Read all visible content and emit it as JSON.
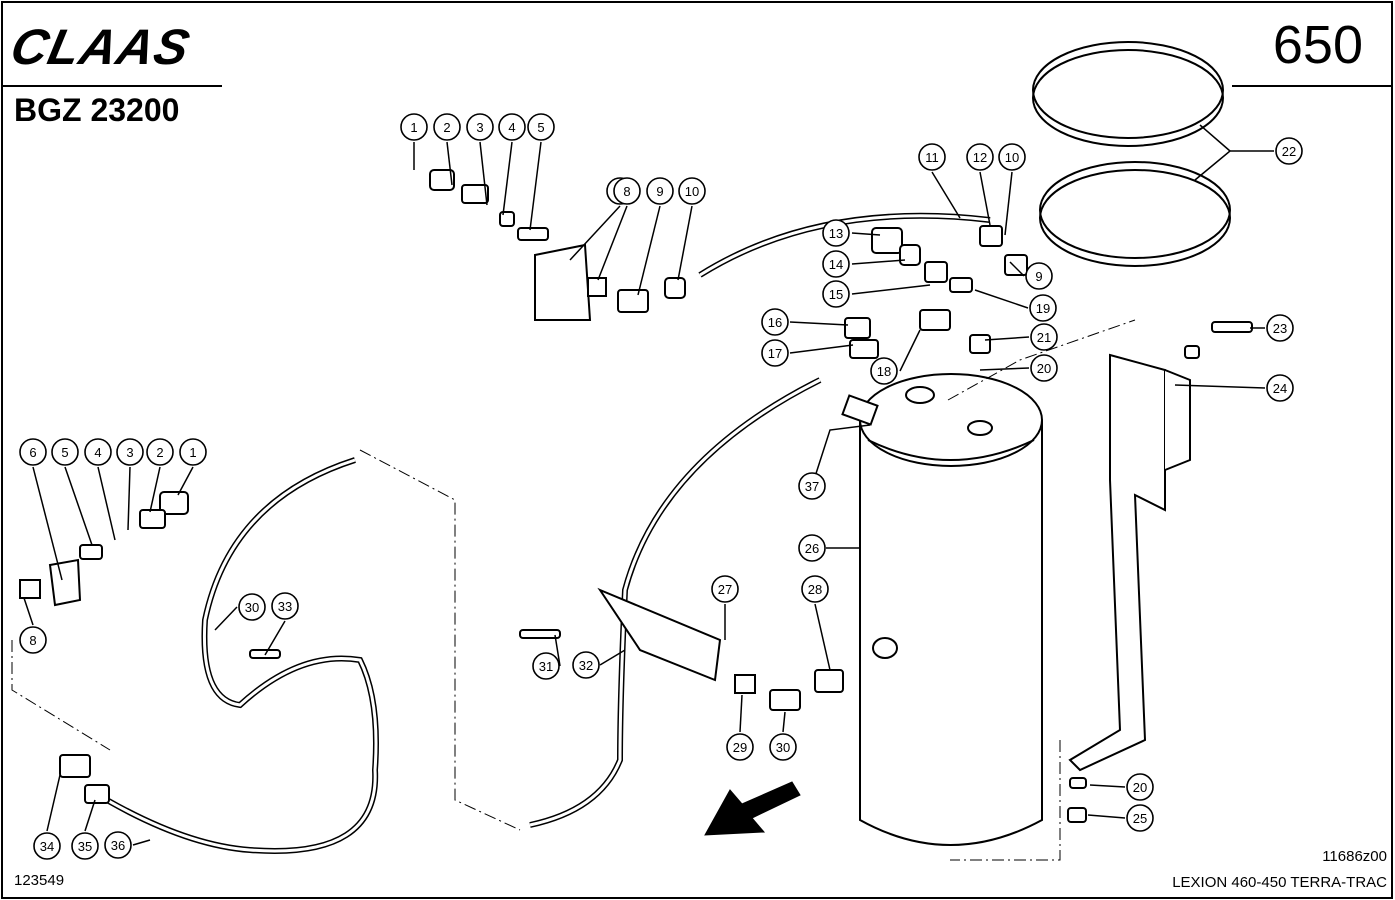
{
  "header": {
    "brand": "CLAAS",
    "code": "BGZ 23200",
    "page_number": "650"
  },
  "footer": {
    "drawing_number": "11686z00",
    "model": "LEXION 460-450 TERRA-TRAC",
    "reference": "123549"
  },
  "callouts": [
    "1",
    "2",
    "3",
    "4",
    "5",
    "7",
    "8",
    "9",
    "10",
    "11",
    "12",
    "10",
    "22",
    "13",
    "14",
    "15",
    "9",
    "19",
    "16",
    "17",
    "18",
    "21",
    "20",
    "23",
    "24",
    "6",
    "5",
    "4",
    "3",
    "2",
    "1",
    "8",
    "37",
    "26",
    "30",
    "33",
    "31",
    "32",
    "27",
    "28",
    "29",
    "30",
    "34",
    "35",
    "36",
    "20",
    "25"
  ]
}
